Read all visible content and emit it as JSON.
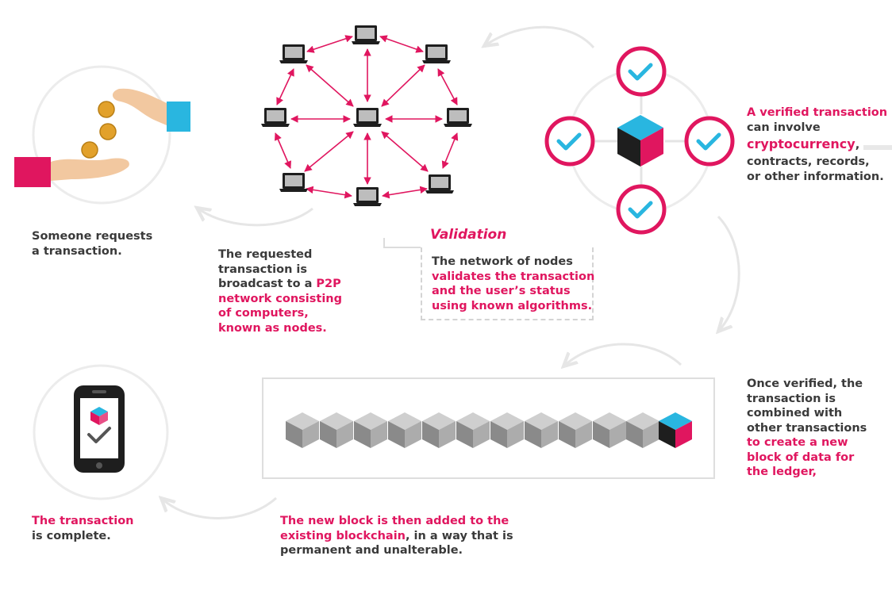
{
  "steps": {
    "request": {
      "l1": "Someone requests",
      "l2": "a transaction."
    },
    "broadcast": {
      "l1": "The requested",
      "l2": "transaction is",
      "l3a": "broadcast to a ",
      "l3b": "P2P",
      "l4": "network consisting",
      "l5": "of computers,",
      "l6": "known as nodes."
    },
    "validation": {
      "title": "Validation",
      "l1": "The network of nodes",
      "l2": "validates the transaction",
      "l3": "and the user’s status",
      "l4": "using known algorithms."
    },
    "verified": {
      "l1": "A verified transaction",
      "l2": "can involve",
      "l3": "cryptocurrency",
      "l3b": ",",
      "l4": "contracts, records,",
      "l5": "or other information."
    },
    "combined": {
      "l1": "Once verified, the",
      "l2": "transaction is",
      "l3": "combined with",
      "l4": "other transactions",
      "l5": "to create a new",
      "l6": "block of data for",
      "l7": "the ledger,"
    },
    "added": {
      "l1": "The new block is then added to the",
      "l2a": "existing blockchain",
      "l2b": ", in a way that is",
      "l3": "permanent and unalterable."
    },
    "complete": {
      "l1": "The transaction",
      "l2": "is complete."
    }
  },
  "colors": {
    "accent": "#e0165f",
    "cyan": "#29b6e0",
    "dark": "#1e1e1e",
    "grey": "#a8a8a8"
  },
  "icons": [
    "hand-coin-icon",
    "laptop-node-icon",
    "check-circle-icon",
    "block-cube-icon",
    "phone-icon"
  ]
}
